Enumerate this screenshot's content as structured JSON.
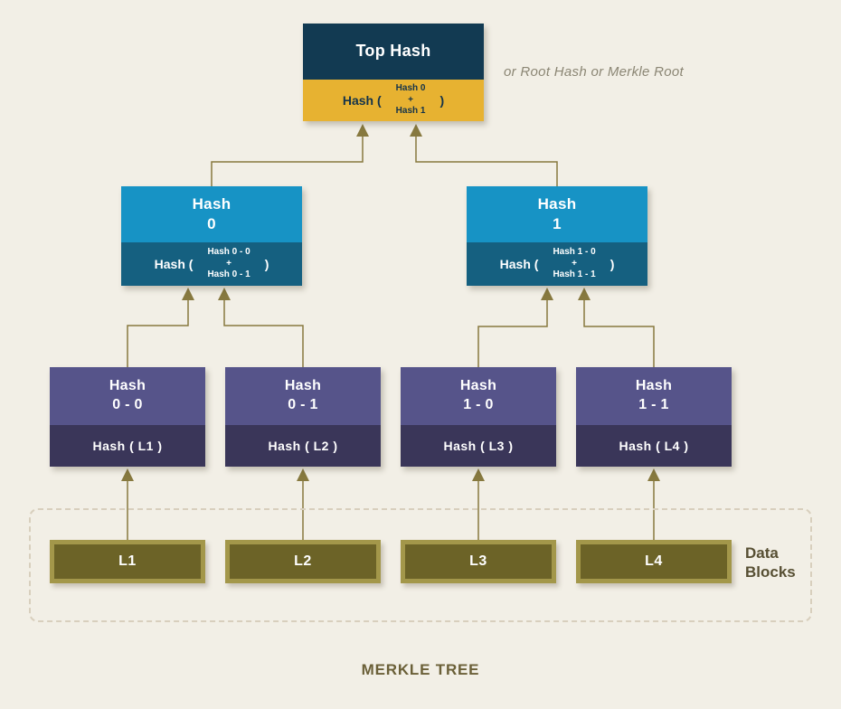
{
  "page": {
    "footer_title": "MERKLE TREE",
    "annotation": "or Root Hash or Merkle Root"
  },
  "root": {
    "title": "Top Hash",
    "formula": {
      "prefix": "Hash (",
      "arg1": "Hash 0",
      "operator": "+",
      "arg2": "Hash 1",
      "suffix": ")"
    }
  },
  "level1": [
    {
      "title_line1": "Hash",
      "title_line2": "0",
      "formula": {
        "prefix": "Hash (",
        "arg1": "Hash 0 - 0",
        "operator": "+",
        "arg2": "Hash 0 - 1",
        "suffix": ")"
      }
    },
    {
      "title_line1": "Hash",
      "title_line2": "1",
      "formula": {
        "prefix": "Hash (",
        "arg1": "Hash 1 - 0",
        "operator": "+",
        "arg2": "Hash 1 - 1",
        "suffix": ")"
      }
    }
  ],
  "level2": [
    {
      "title_line1": "Hash",
      "title_line2": "0 - 0",
      "formula": "Hash ( L1 )"
    },
    {
      "title_line1": "Hash",
      "title_line2": "0 - 1",
      "formula": "Hash ( L2 )"
    },
    {
      "title_line1": "Hash",
      "title_line2": "1 - 0",
      "formula": "Hash ( L3 )"
    },
    {
      "title_line1": "Hash",
      "title_line2": "1 - 1",
      "formula": "Hash ( L4 )"
    }
  ],
  "data_blocks": {
    "label_line1": "Data",
    "label_line2": "Blocks",
    "items": [
      "L1",
      "L2",
      "L3",
      "L4"
    ]
  },
  "colors": {
    "background": "#f2efe6",
    "root_top": "#123a52",
    "root_bottom": "#e7b231",
    "level1_top": "#1793c5",
    "level1_bottom": "#156080",
    "level2_top": "#56548a",
    "level2_bottom": "#3a3659",
    "data_block_frame": "#a3974a",
    "data_block_fill": "#6c6327",
    "connector": "#87793f",
    "dashed_border": "#d8cfbd",
    "footer_text": "#6b6038",
    "annotation_text": "#8b8674"
  }
}
